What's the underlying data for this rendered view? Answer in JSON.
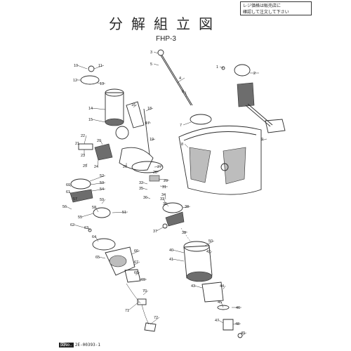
{
  "header": {
    "title": "分解組立図",
    "model": "FHP-3",
    "note": [
      "レジ価格は販売店に",
      "確認して注文して下さい"
    ]
  },
  "footer": {
    "tag": "図No.",
    "code": "2E-00393-1"
  },
  "part_numbers": [
    "1",
    "2",
    "3",
    "4",
    "5",
    "6",
    "7",
    "8",
    "9",
    "10",
    "11",
    "12",
    "13",
    "14",
    "15",
    "16",
    "17",
    "18",
    "19",
    "20",
    "21",
    "22",
    "23",
    "24",
    "25",
    "26",
    "27",
    "28",
    "29",
    "30",
    "31",
    "32",
    "33",
    "34",
    "35",
    "36",
    "37",
    "38",
    "39",
    "40",
    "41",
    "42",
    "43",
    "44",
    "45",
    "46",
    "47",
    "48",
    "49",
    "50",
    "51",
    "52",
    "53",
    "54",
    "55",
    "56",
    "57",
    "58",
    "59",
    "60",
    "61",
    "62",
    "63",
    "64",
    "65",
    "66",
    "67",
    "68",
    "69",
    "70",
    "71",
    "72"
  ]
}
